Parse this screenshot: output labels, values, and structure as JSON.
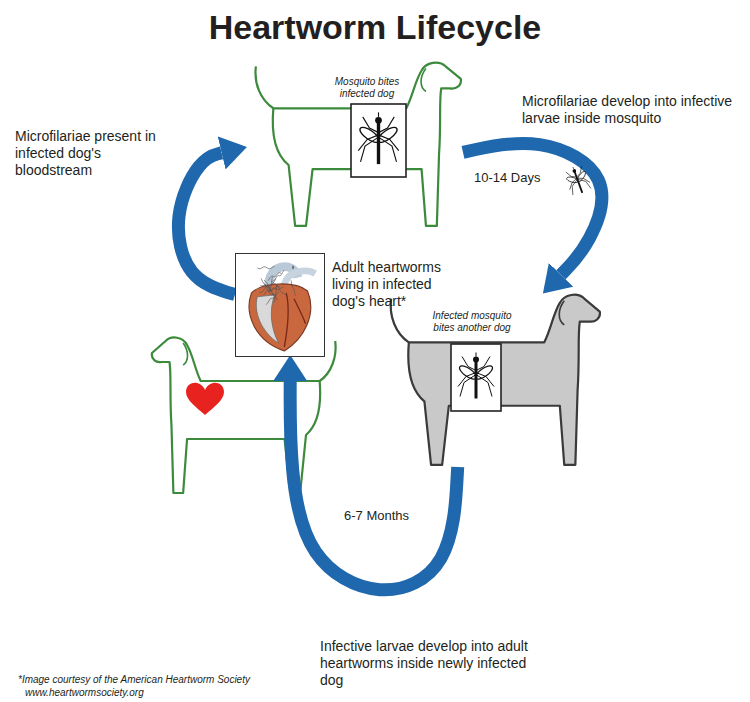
{
  "diagram": {
    "title": "Heartworm Lifecycle",
    "nodes": [
      {
        "text": [
          "Mosquito bites infected dog"
        ]
      },
      {
        "text": [
          "Adult heartworms living in infected dog's heart*"
        ]
      },
      {
        "text": [
          "Infected mosquito bites another dog"
        ]
      }
    ],
    "edges": [
      {
        "from": 0,
        "to": 2,
        "arrow": "to",
        "label": "10-14 Days"
      },
      {
        "from": 2,
        "to": 1,
        "arrow": "to",
        "label": "6-7 Months"
      },
      {
        "from": 1,
        "to": 0,
        "arrow": "to"
      }
    ],
    "labels": [
      "Microfilariae present in infected dog's bloodstream",
      "Microfilariae develop into infective larvae inside mosquito",
      "Infective larvae develop into adult heartworms inside newly infected dog",
      "*Image courtesy of the American Heartworm Society",
      "www.heartwormsociety.org"
    ]
  }
}
